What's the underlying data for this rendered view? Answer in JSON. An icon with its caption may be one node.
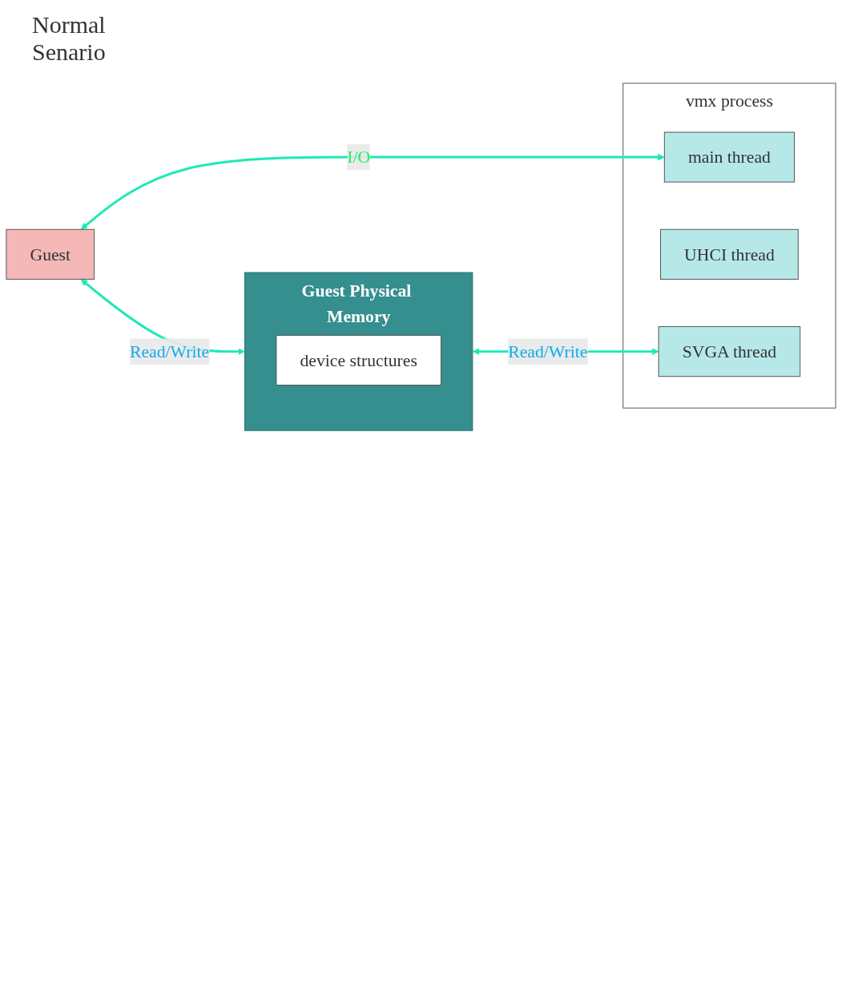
{
  "diagram": {
    "title": "Normal Senario",
    "nodes": [
      {
        "text": [
          "Guest"
        ]
      },
      {
        "text": [
          "vmx process"
        ]
      },
      {
        "text": [
          "main thread"
        ],
        "in": 1
      },
      {
        "text": [
          "UHCI thread"
        ],
        "in": 1
      },
      {
        "text": [
          "SVGA thread"
        ],
        "in": 1
      },
      {
        "text": [
          "Guest Physical Memory"
        ]
      },
      {
        "text": [
          "device structures"
        ],
        "in": 5
      }
    ],
    "edges": [
      {
        "from": 0,
        "to": 2,
        "arrow": "both",
        "label": "I/O"
      },
      {
        "from": 0,
        "to": 5,
        "arrow": "both",
        "label": "Read/Write"
      },
      {
        "from": 5,
        "to": 4,
        "arrow": "both",
        "label": "Read/Write"
      }
    ]
  }
}
